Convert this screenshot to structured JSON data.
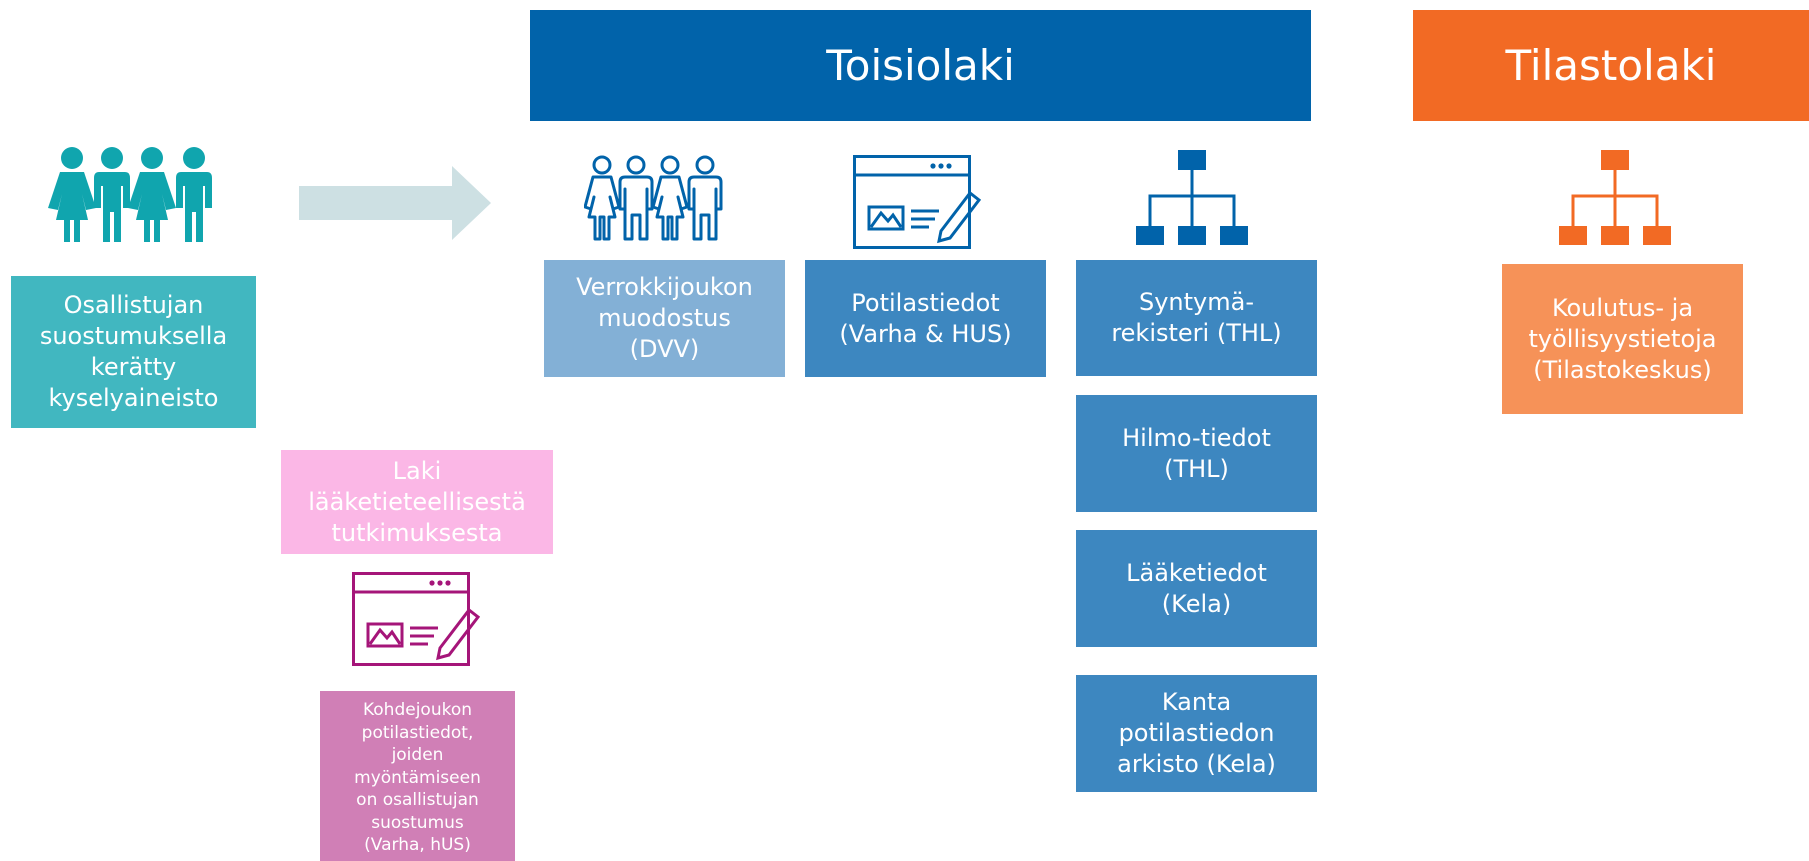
{
  "headers": {
    "toisiolaki": "Toisiolaki",
    "tilastolaki": "Tilastolaki"
  },
  "boxes": {
    "osallistujan": "Osallistujan\nsuostumuksella\nkerätty\nkyselyaineisto",
    "laki": "Laki\nlääketieteellisestä\ntutkimuksesta",
    "kohdejoukon": "Kohdejoukon\npotilastiedot,\njoiden\nmyöntämiseen\non osallistujan\nsuostumus\n(Varha, hUS)",
    "verrokki": "Verrokkijoukon\nmuodostus\n(DVV)",
    "potilastiedot": "Potilastiedot\n(Varha & HUS)",
    "syntyma": "Syntymä-\nrekisteri (THL)",
    "hilmo": "Hilmo-tiedot\n(THL)",
    "laaketiedot": "Lääketiedot\n(Kela)",
    "kanta": "Kanta\npotilastiedon\narkisto (Kela)",
    "koulutus": "Koulutus- ja\ntyöllisyystietoja\n(Tilastokeskus)"
  },
  "icons": [
    "people-filled-icon",
    "arrow-right-icon",
    "people-outline-icon",
    "form-edit-icon",
    "hierarchy-icon"
  ],
  "colors": {
    "teal": "#41b7c0",
    "teal_icon": "#10a5ae",
    "blue_dark": "#0163aa",
    "blue_mid": "#3d87c0",
    "blue_light": "#83b0d6",
    "orange": "#f26a24",
    "orange_light": "#f69258",
    "pink_light": "#fbb7e6",
    "pink_box": "#d07fb6",
    "magenta_icon": "#a51579",
    "arrow": "#cde0e3"
  }
}
